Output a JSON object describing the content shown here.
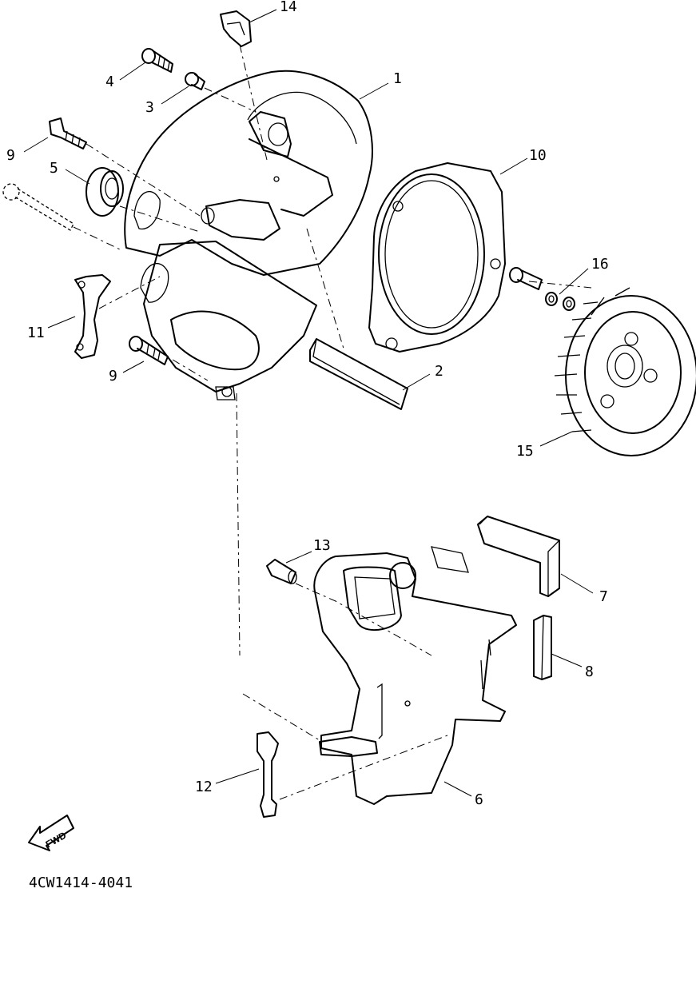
{
  "diagram": {
    "callouts": [
      "14",
      "4",
      "3",
      "1",
      "9",
      "5",
      "10",
      "16",
      "11",
      "9",
      "2",
      "15",
      "13",
      "7",
      "8",
      "12",
      "6"
    ],
    "fwd_label": "FWD",
    "drawing_code": "4CW1414-4041"
  }
}
